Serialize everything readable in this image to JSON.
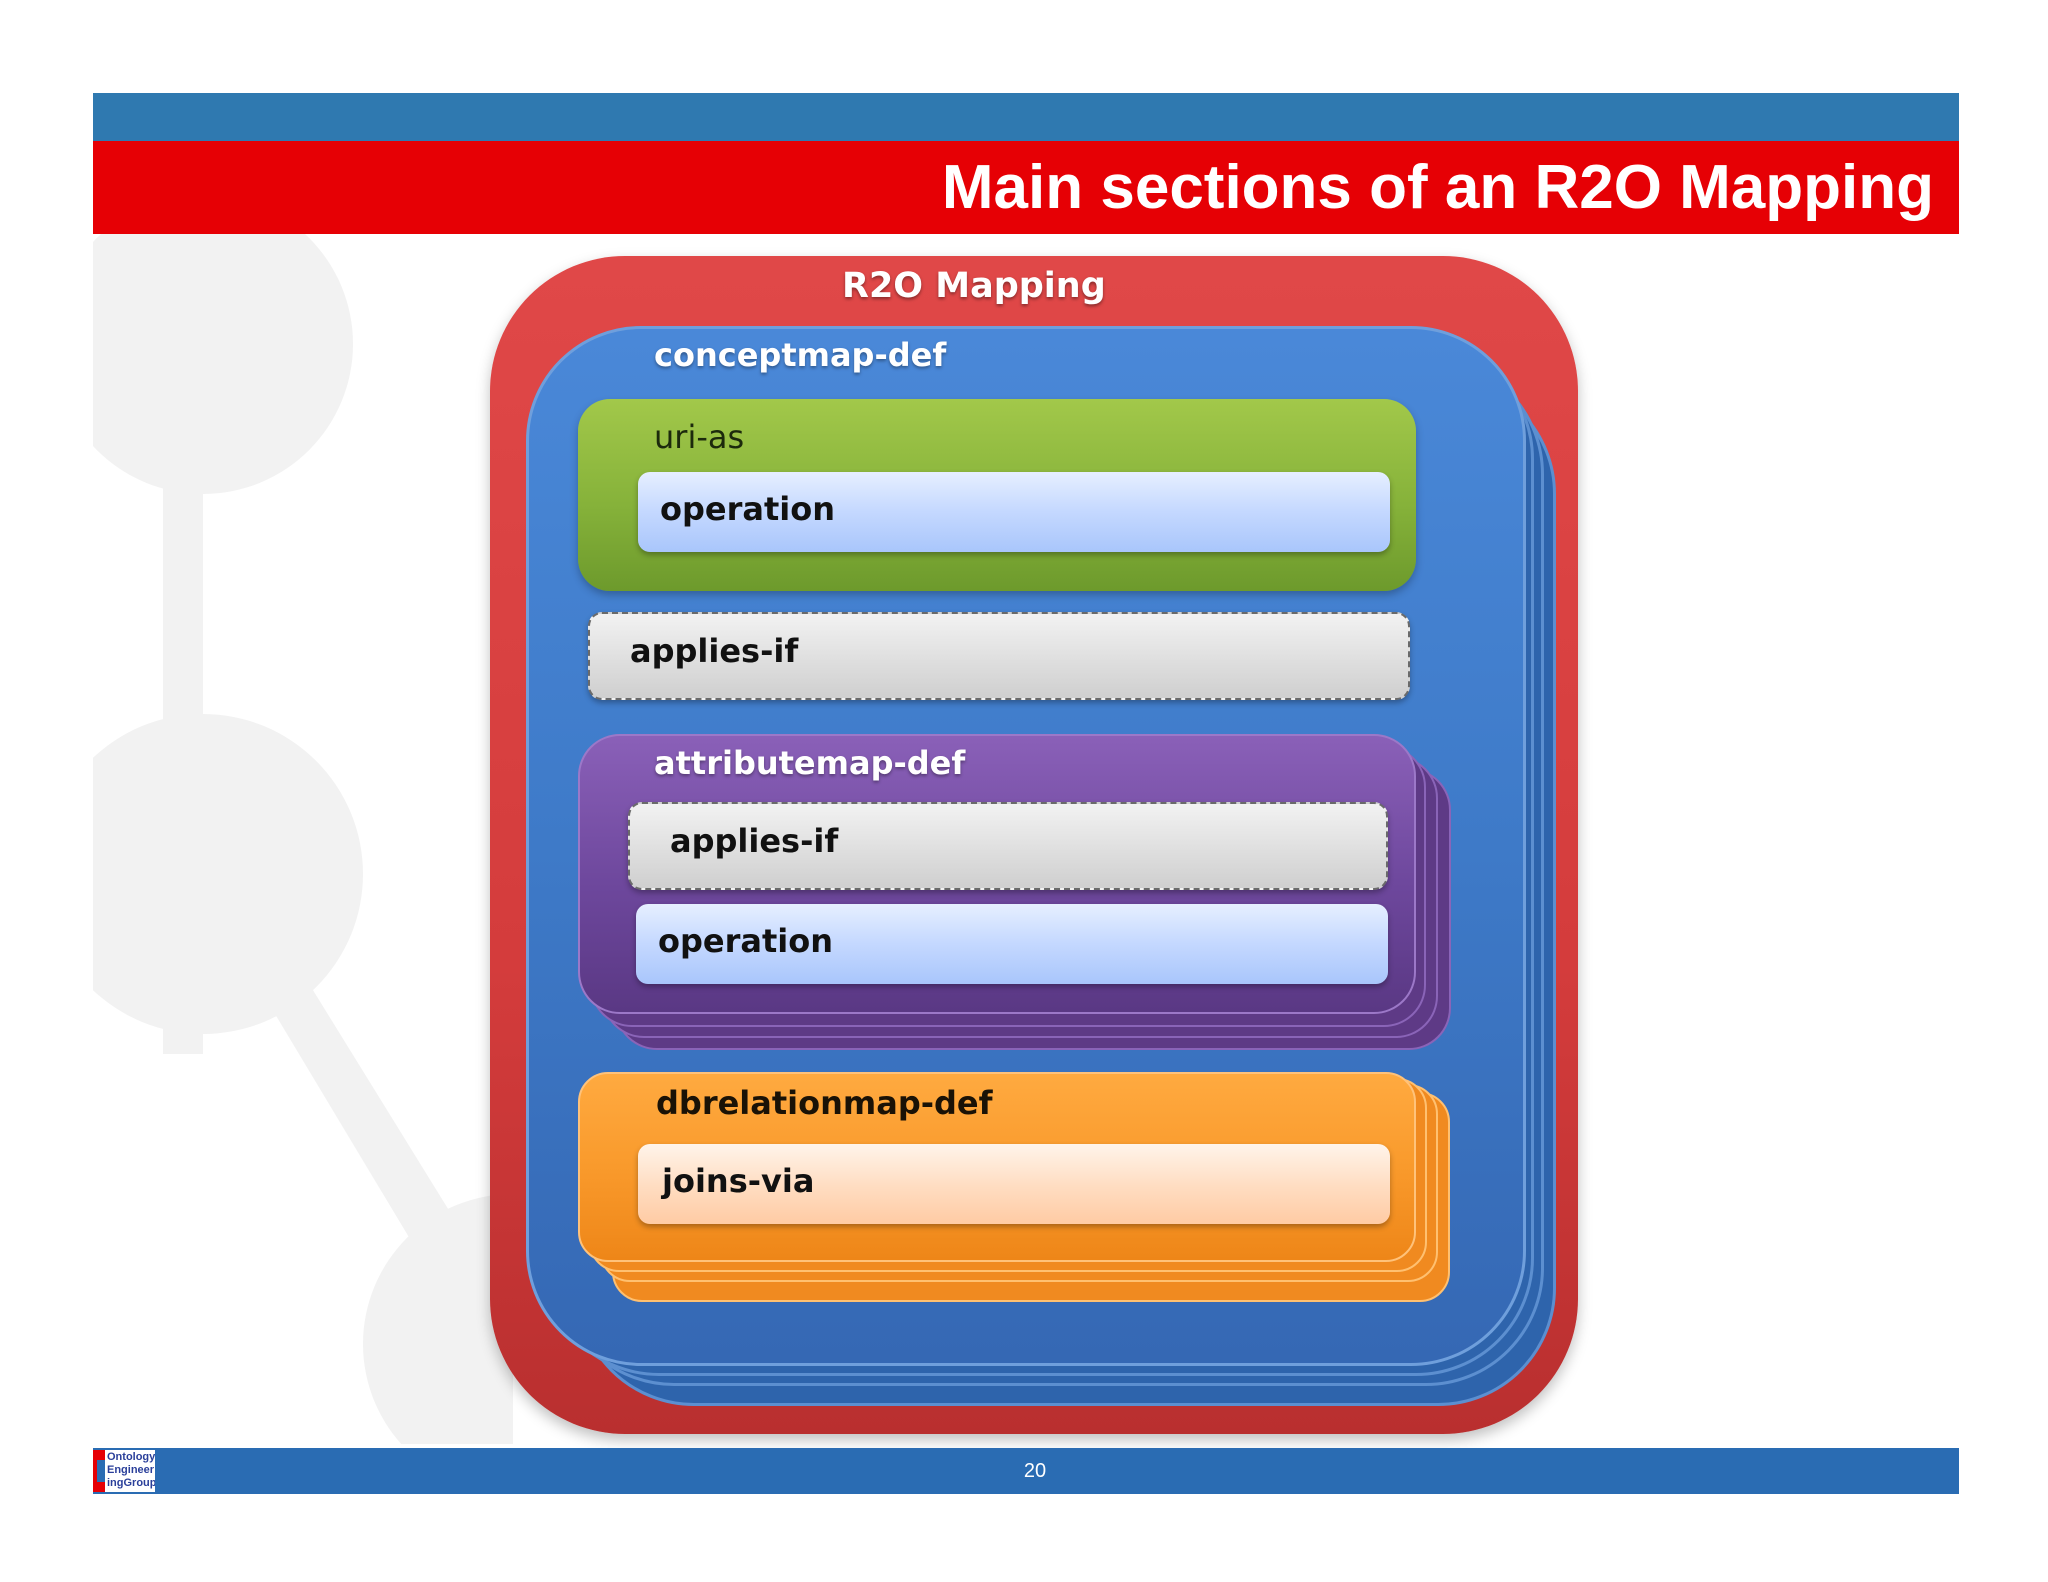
{
  "slide": {
    "title": "Main sections of an R2O Mapping",
    "page_number": "20"
  },
  "logo": {
    "lines": [
      "Ontology",
      "Engineer",
      "ingGroup"
    ]
  },
  "diagram": {
    "root_label": "R2O Mapping",
    "conceptmap": {
      "label": "conceptmap-def",
      "uri_as": {
        "label": "uri-as",
        "operation_label": "operation"
      },
      "applies_if_label": "applies-if",
      "attributemap": {
        "label": "attributemap-def",
        "applies_if_label": "applies-if",
        "operation_label": "operation"
      },
      "dbrelationmap": {
        "label": "dbrelationmap-def",
        "joins_via_label": "joins-via"
      }
    }
  },
  "colors": {
    "header_blue": "#2f79b0",
    "header_red": "#e60005",
    "footer_blue": "#2a6cb3",
    "mapping_red": "#d43c3c",
    "conceptmap_blue": "#3e7ac8",
    "uri_green": "#86b23a",
    "attribute_purple": "#6d479c",
    "dbrelation_orange": "#f99a2c"
  }
}
